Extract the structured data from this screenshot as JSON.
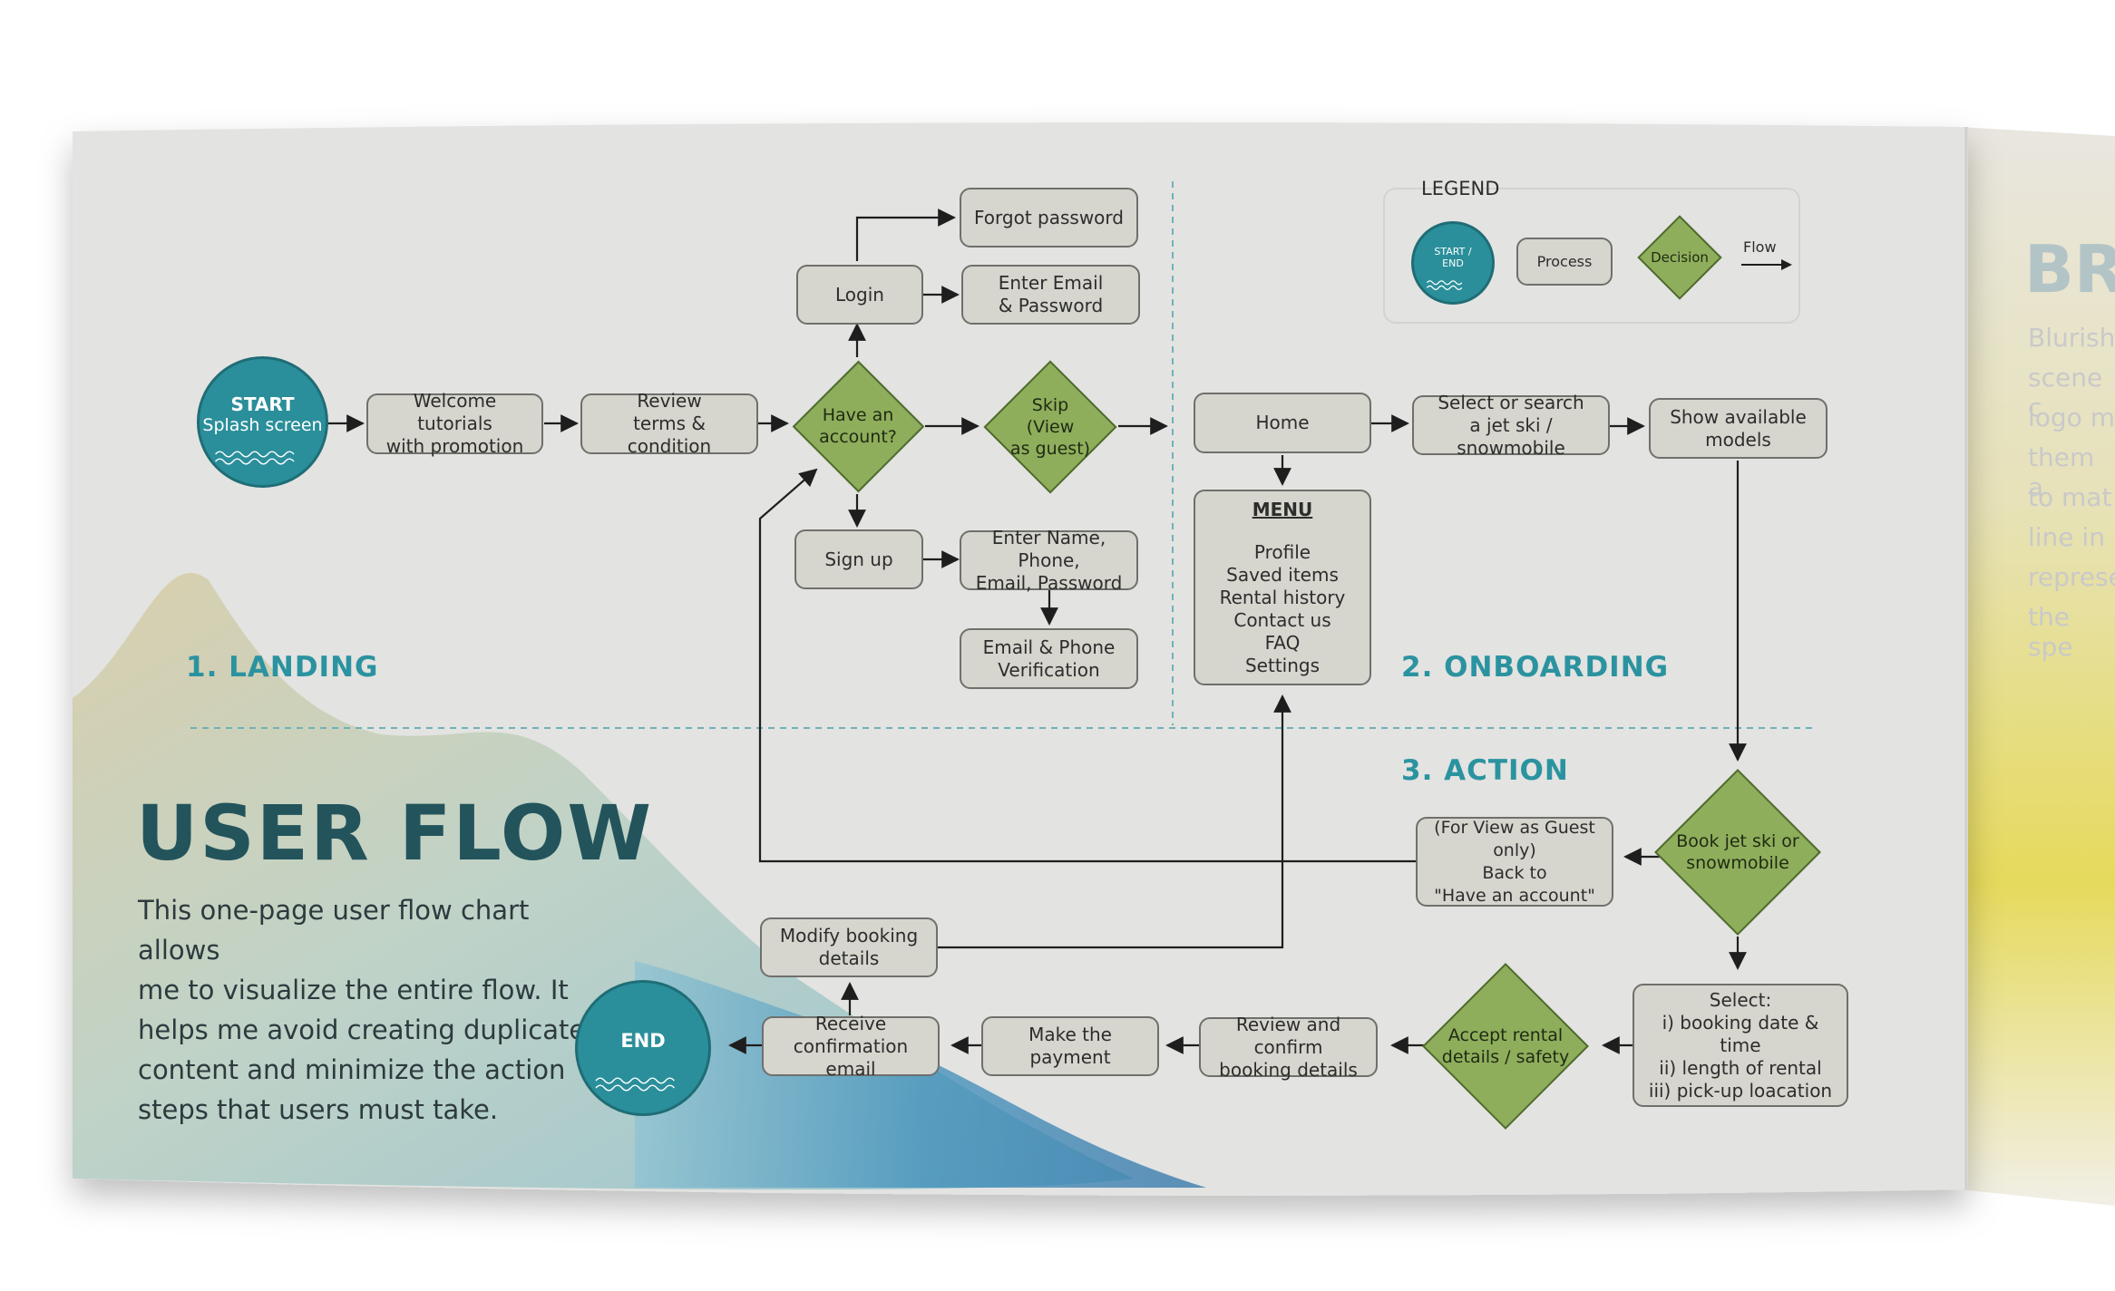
{
  "sections": {
    "landing": "1. LANDING",
    "onboarding": "2. ONBOARDING",
    "action": "3. ACTION"
  },
  "title": "USER FLOW",
  "description": "This one-page user flow chart allows\nme to visualize the entire flow. It\nhelps me avoid creating duplicate\ncontent and minimize the action\nsteps that users must take.",
  "legend": {
    "title": "LEGEND",
    "start_end": "START /\nEND",
    "process": "Process",
    "decision": "Decision",
    "flow": "Flow"
  },
  "nodes": {
    "start_title": "START",
    "start_sub": "Splash screen",
    "welcome": "Welcome tutorials\nwith promotion",
    "review_terms": "Review\nterms & condition",
    "have_account": "Have an\naccount?",
    "skip": "Skip\n(View\nas guest)",
    "login": "Login",
    "forgot": "Forgot password",
    "enter_email": "Enter Email\n& Password",
    "signup": "Sign up",
    "enter_name": "Enter Name, Phone,\nEmail, Password",
    "verification": "Email & Phone\nVerification",
    "home": "Home",
    "select_search": "Select or search\na jet ski / snowmobile",
    "show_models": "Show available\nmodels",
    "menu_title": "MENU",
    "menu_items": [
      "Profile",
      "Saved items",
      "Rental history",
      "Contact us",
      "FAQ",
      "Settings"
    ],
    "book": "Book jet ski or\nsnowmobile",
    "guest_back": "(For View as Guest only)\nBack to\n\"Have an account\"",
    "select_details": "Select:\ni) booking date & time\nii) length of rental\niii) pick-up loacation",
    "accept": "Accept rental\ndetails / safety",
    "review_confirm": "Review and confirm\nbooking details",
    "payment": "Make the payment",
    "receive": "Receive\nconfirmation email",
    "modify": "Modify booking\ndetails",
    "end": "END"
  },
  "side_page": {
    "heading": "BR",
    "lines": [
      "Blurish",
      "scene c",
      "logo m",
      "them a",
      "to mat",
      "line in",
      "represe",
      "the spe"
    ]
  },
  "colors": {
    "teal": "#2a8f9a",
    "decision_green": "#8fae5c",
    "process_grey": "#d6d5ce",
    "title_dark": "#23545c"
  }
}
